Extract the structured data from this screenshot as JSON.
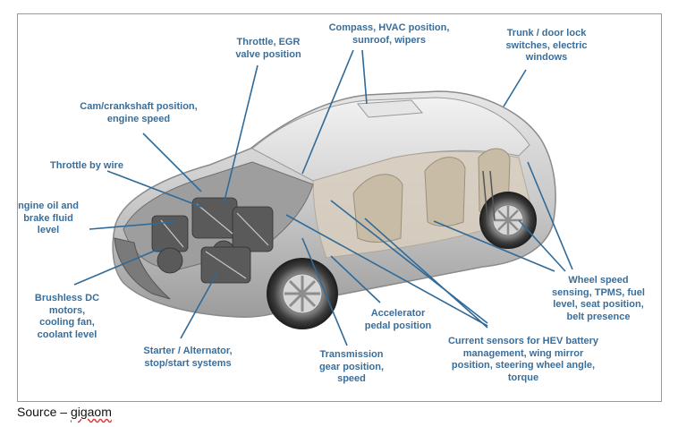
{
  "colors": {
    "label": "#3a6e9a",
    "leader": "#2f6a98",
    "border": "#9a9a9a"
  },
  "labels": {
    "compass": "Compass, HVAC position,\nsunroof, wipers",
    "throttle_egr": "Throttle, EGR\nvalve position",
    "trunk": "Trunk / door lock\nswitches, electric\nwindows",
    "cam": "Cam/crankshaft position,\nengine speed",
    "throttle_wire": "Throttle by wire",
    "engine_oil": "ngine oil and\nbrake fluid\nlevel",
    "brushless": "Brushless DC\nmotors,\ncooling fan,\ncoolant level",
    "wheel_speed": "Wheel speed\nsensing, TPMS, fuel\nlevel, seat position,\nbelt presence",
    "accelerator": "Accelerator\npedal position",
    "starter": "Starter / Alternator,\nstop/start systems",
    "transmission": "Transmission\ngear position,\nspeed",
    "current": "Current sensors for HEV battery\nmanagement, wing mirror\nposition, steering wheel angle,\ntorque"
  },
  "caption": {
    "prefix": "Source – ",
    "source": "gigaom"
  }
}
